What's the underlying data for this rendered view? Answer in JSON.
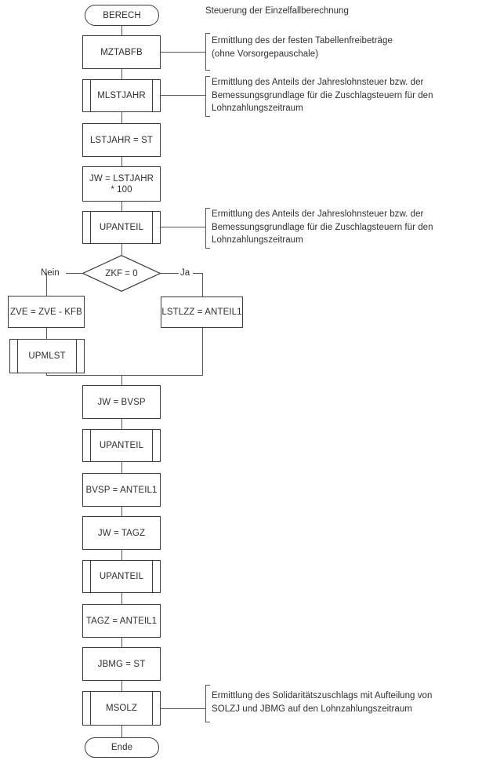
{
  "diagram": {
    "title_note": "Steuerung der Einzelfallberechnung",
    "type": "flowchart",
    "language": "de"
  },
  "nodes": {
    "start": {
      "label": "BERECH",
      "shape": "terminal"
    },
    "mztabfb": {
      "label": "MZTABFB",
      "shape": "process"
    },
    "mlstjahr": {
      "label": "MLSTJAHR",
      "shape": "predefined-process"
    },
    "lstjahr_st": {
      "label": "LSTJAHR = ST",
      "shape": "process"
    },
    "jw_lstjahr": {
      "label": "JW = LSTJAHR\n* 100",
      "shape": "process"
    },
    "upanteil_1": {
      "label": "UPANTEIL",
      "shape": "predefined-process"
    },
    "zkf_decision": {
      "label": "ZKF = 0",
      "shape": "decision"
    },
    "zve_kfb": {
      "label": "ZVE = ZVE -  KFB",
      "shape": "process"
    },
    "upmlst": {
      "label": "UPMLST",
      "shape": "predefined-process"
    },
    "lstlzz_anteil1": {
      "label": "LSTLZZ = ANTEIL1",
      "shape": "process"
    },
    "jw_bvsp": {
      "label": "JW = BVSP",
      "shape": "process"
    },
    "upanteil_2": {
      "label": "UPANTEIL",
      "shape": "predefined-process"
    },
    "bvsp_anteil1": {
      "label": "BVSP = ANTEIL1",
      "shape": "process"
    },
    "jw_tagz": {
      "label": "JW = TAGZ",
      "shape": "process"
    },
    "upanteil_3": {
      "label": "UPANTEIL",
      "shape": "predefined-process"
    },
    "tagz_anteil1": {
      "label": "TAGZ = ANTEIL1",
      "shape": "process"
    },
    "jbmg_st": {
      "label": "JBMG = ST",
      "shape": "process"
    },
    "msolz": {
      "label": "MSOLZ",
      "shape": "predefined-process"
    },
    "end": {
      "label": "Ende",
      "shape": "terminal"
    }
  },
  "branch_labels": {
    "no": "Nein",
    "yes": "Ja"
  },
  "annotations": {
    "mztabfb_note": "Ermittlung des der festen Tabellenfreibeträge\n(ohne Vorsorgepauschale)",
    "mlstjahr_note": "Ermittlung des Anteils der Jahreslohnsteuer bzw. der\nBemessungsgrundlage für die Zuschlagsteuern für den\nLohnzahlungszeitraum",
    "upanteil_note": "Ermittlung des Anteils der Jahreslohnsteuer bzw. der\nBemessungsgrundlage für die Zuschlagsteuern für den\nLohnzahlungszeitraum",
    "msolz_note": "Ermittlung des Solidaritätszuschlags mit Aufteilung von\nSOLZJ und JBMG auf den Lohnzahlungszeitraum"
  },
  "colors": {
    "stroke": "#3b3b3b",
    "connector": "#555555",
    "text": "#2e2e2e",
    "background": "#ffffff"
  }
}
